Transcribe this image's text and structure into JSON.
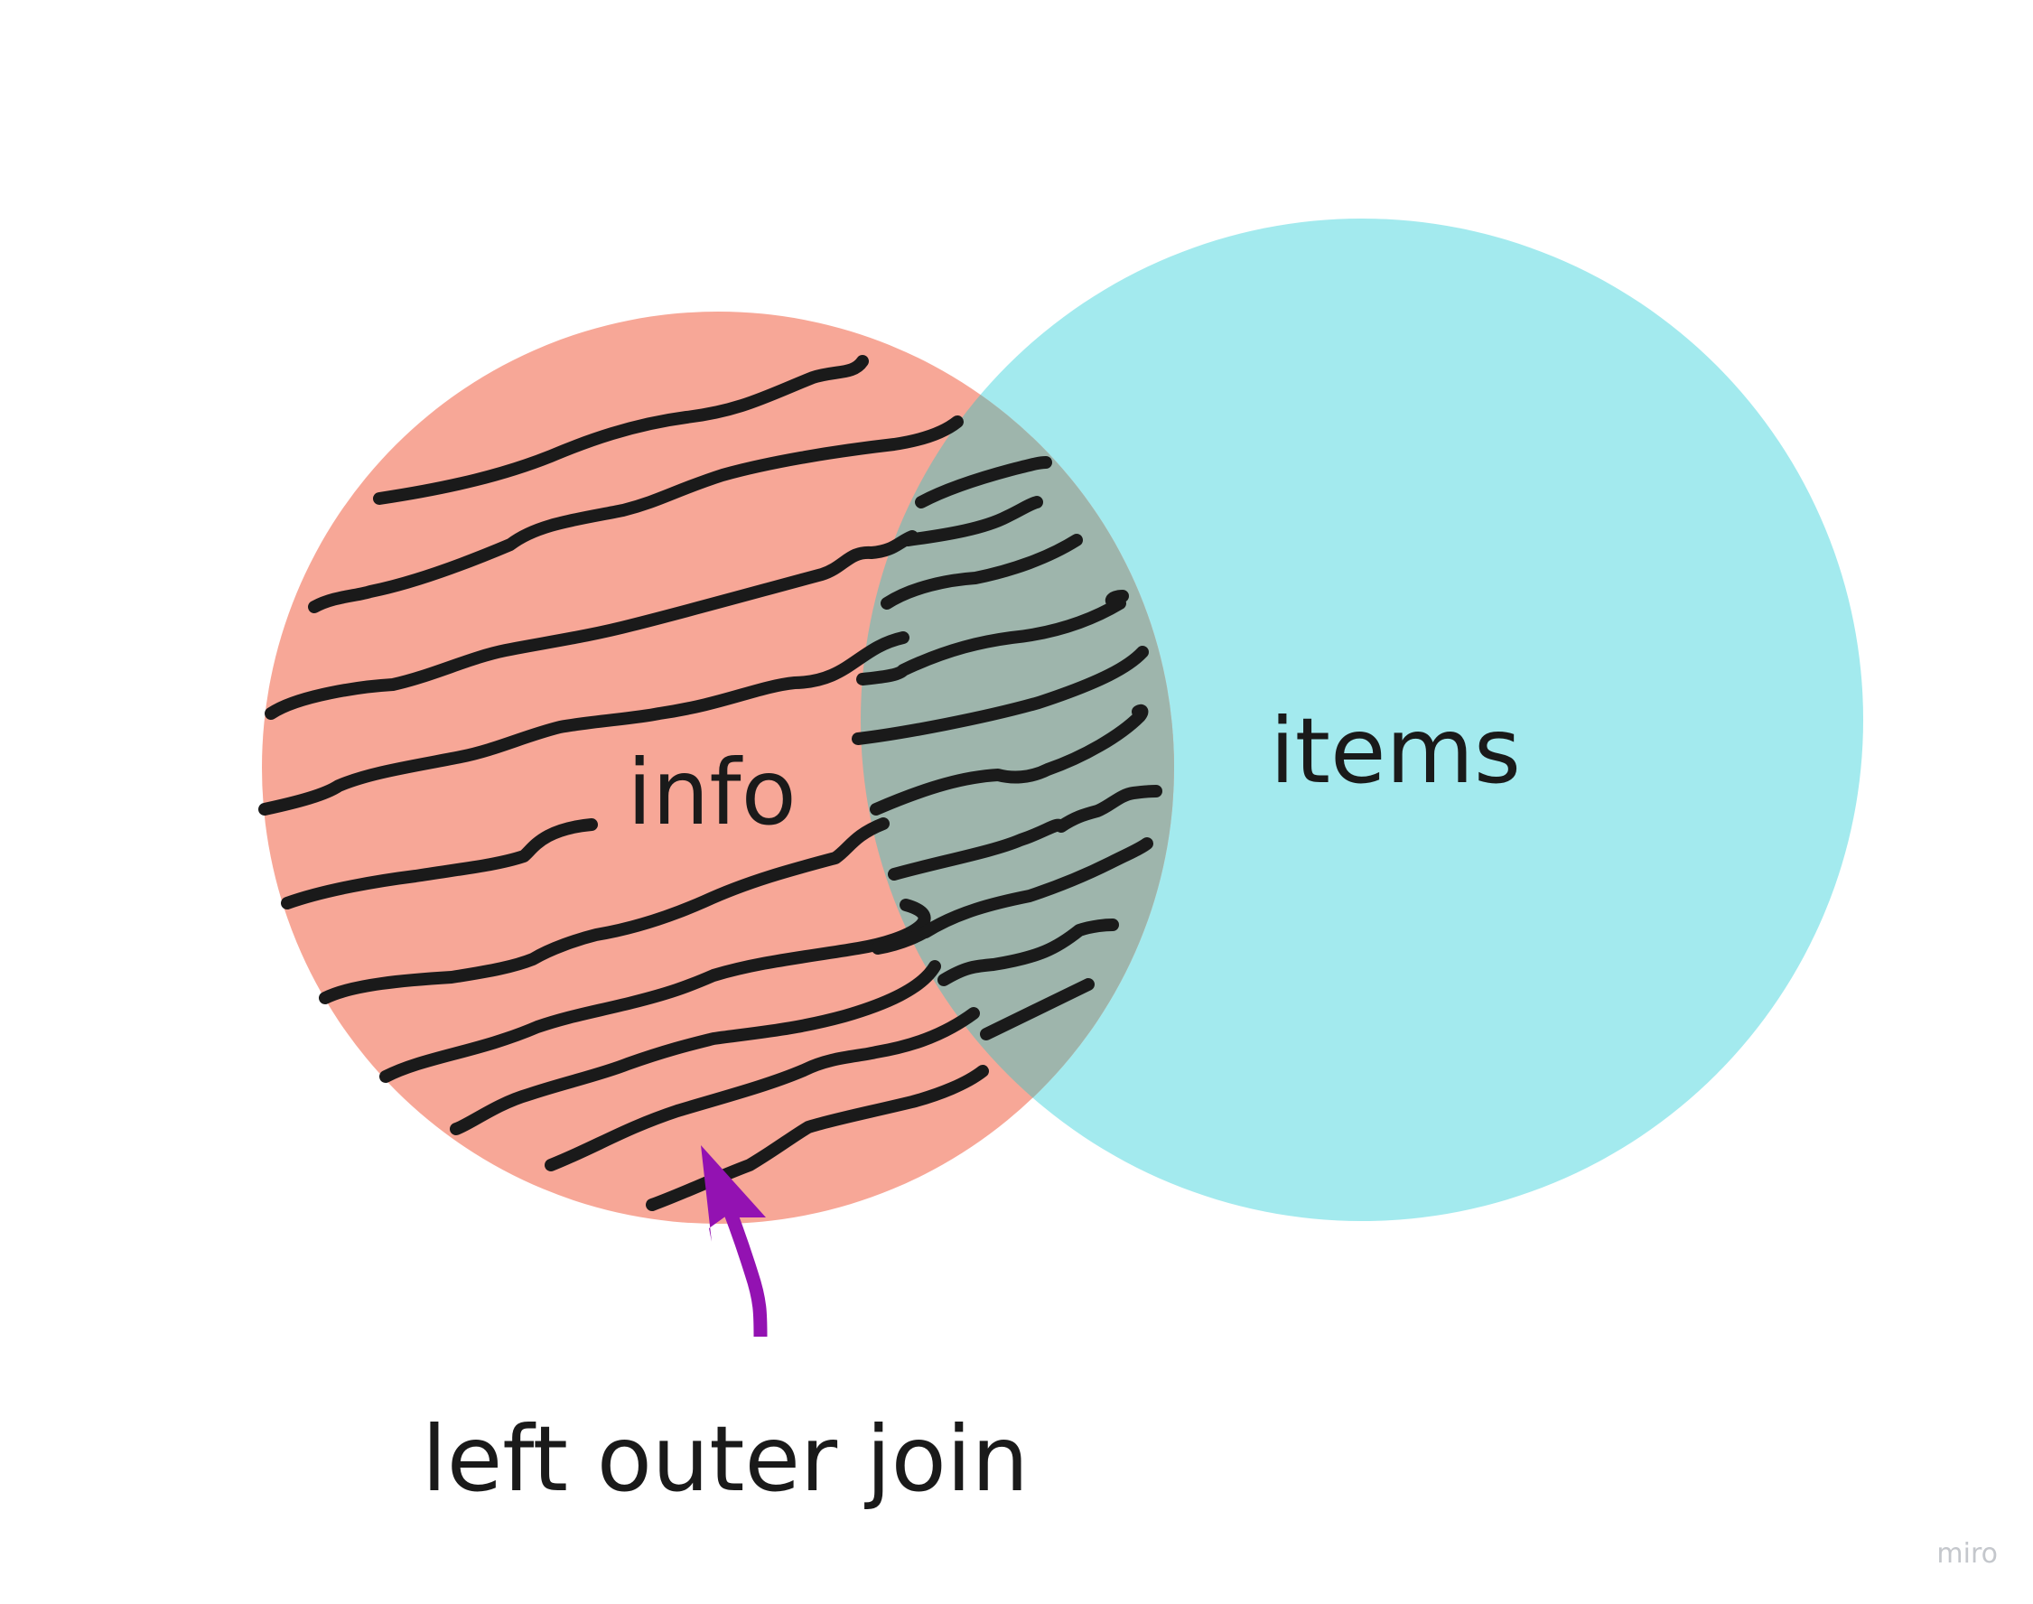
{
  "diagram": {
    "sets": [
      {
        "name": "info",
        "color": "#f7a797",
        "highlighted": true
      },
      {
        "name": "items",
        "color": "#a3eaee",
        "highlighted": false
      }
    ],
    "overlap_color": "#9eb5ac",
    "hatch_color": "#1a1a1a",
    "arrow_color": "#9312b2",
    "caption": "left outer join"
  },
  "brand": {
    "label": "miro",
    "color": "#c4c7cc"
  }
}
